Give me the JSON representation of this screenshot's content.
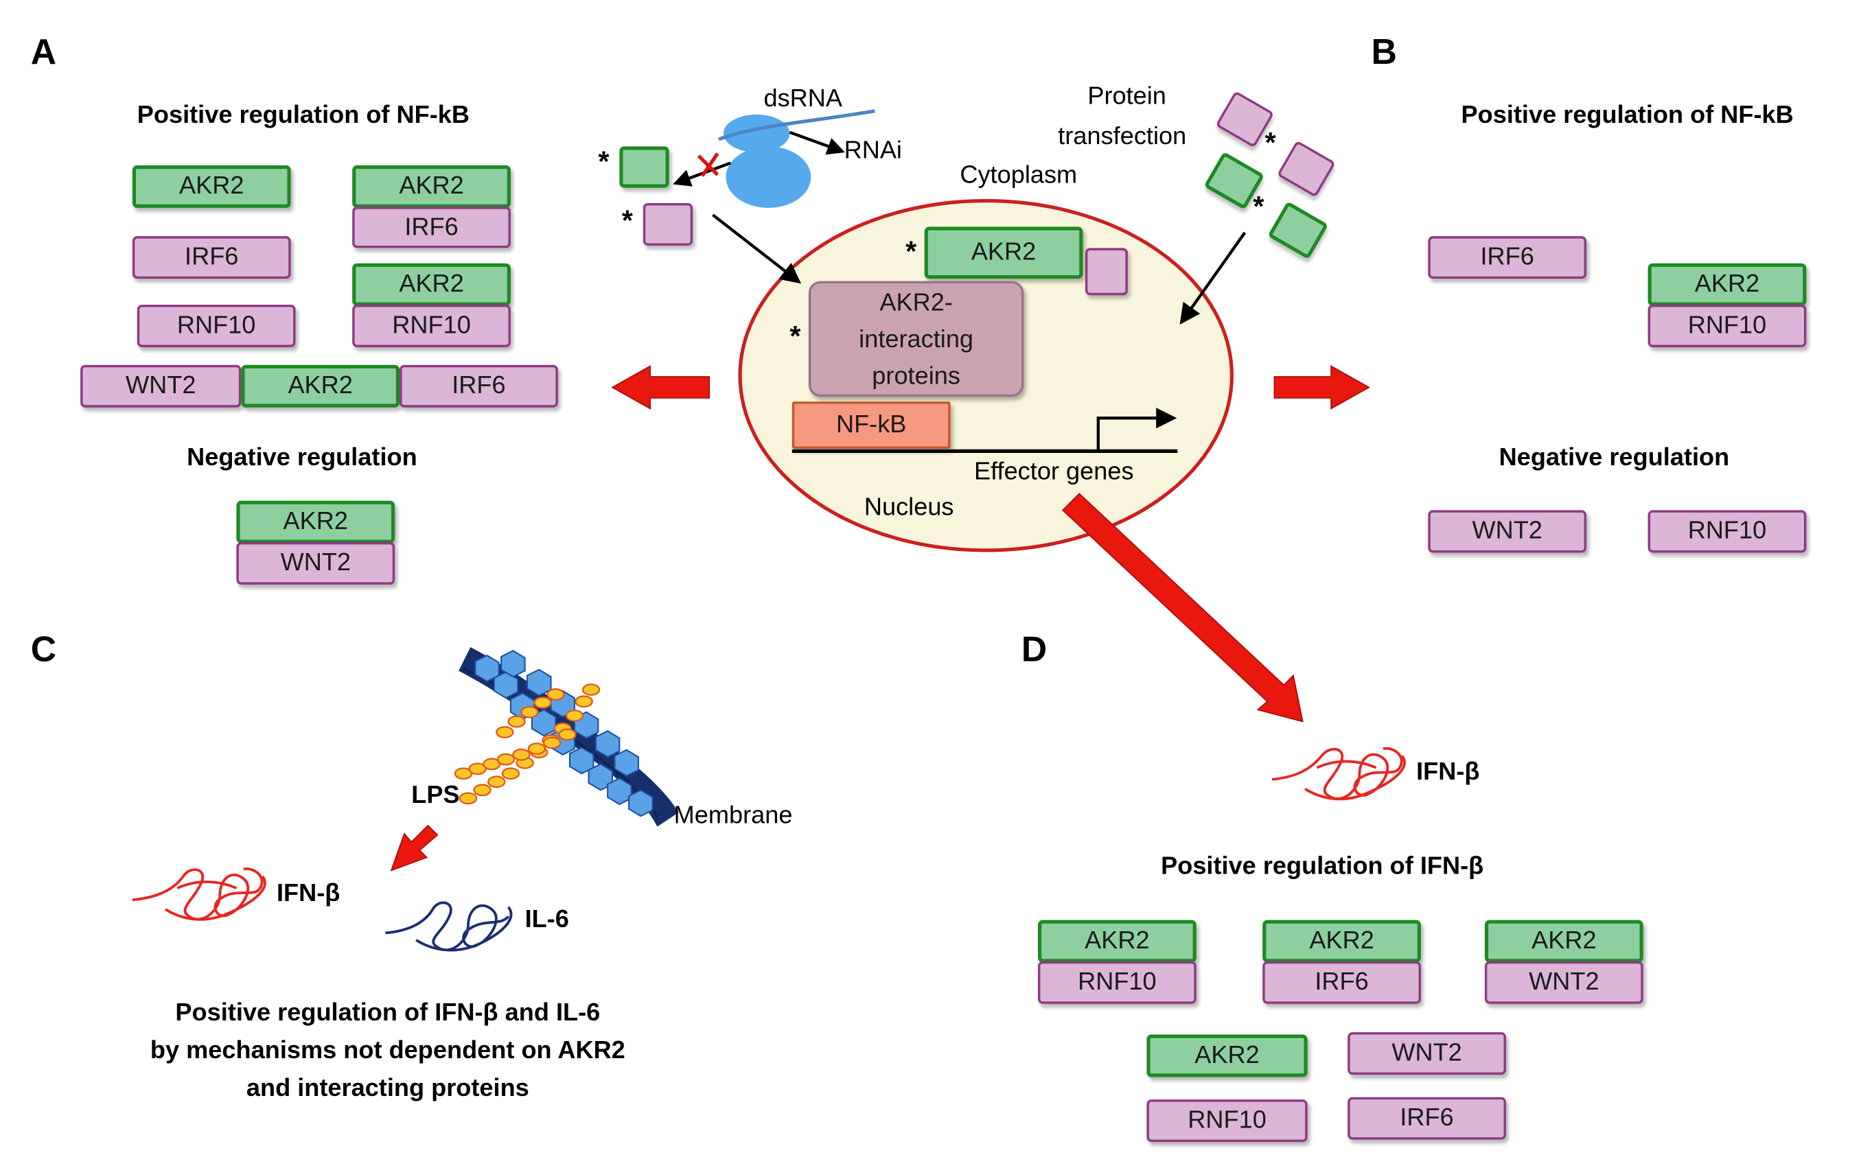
{
  "panels": {
    "a": "A",
    "b": "B",
    "c": "C",
    "d": "D"
  },
  "panel_a": {
    "heading_positive": "Positive regulation of NF-kB",
    "heading_negative": "Negative regulation",
    "boxes": [
      "AKR2",
      "IRF6",
      "RNF10",
      "AKR2",
      "IRF6",
      "AKR2",
      "RNF10",
      "WNT2",
      "AKR2",
      "IRF6",
      "AKR2",
      "WNT2"
    ]
  },
  "panel_b": {
    "heading_positive": "Positive regulation of NF-kB",
    "heading_negative": "Negative regulation",
    "boxes": [
      "IRF6",
      "AKR2",
      "RNF10",
      "WNT2",
      "RNF10"
    ]
  },
  "center": {
    "dsrna": "dsRNA",
    "rnai": "RNAi",
    "protein_transfection_line1": "Protein",
    "protein_transfection_line2": "transfection",
    "cytoplasm": "Cytoplasm",
    "akr2": "AKR2",
    "interacting_line1": "AKR2-",
    "interacting_line2": "interacting",
    "interacting_line3": "proteins",
    "nfkb": "NF-kB",
    "effector_genes": "Effector genes",
    "nucleus": "Nucleus",
    "asterisk": "*"
  },
  "panel_c": {
    "lps": "LPS",
    "membrane": "Membrane",
    "ifn": "IFN-β",
    "il6": "IL-6",
    "caption_line1": "Positive regulation of IFN-β and IL-6",
    "caption_line2": "by mechanisms not dependent on AKR2",
    "caption_line3": "and interacting proteins"
  },
  "panel_d": {
    "ifn": "IFN-β",
    "heading": "Positive regulation of IFN-β",
    "boxes": [
      "AKR2",
      "RNF10",
      "AKR2",
      "IRF6",
      "AKR2",
      "WNT2",
      "AKR2",
      "WNT2",
      "RNF10",
      "IRF6"
    ]
  },
  "colors": {
    "akr2_fill": "#8ecfa0",
    "akr2_border": "#1e8a22",
    "partner_fill": "#dbb6d6",
    "partner_border": "#8f3a86",
    "nucleus_fill": "#f8f5dc",
    "nucleus_border": "#cc1f1f",
    "nfkb_fill": "#f79880",
    "arrow_red": "#e8180f",
    "ifn_color": "#e8251f",
    "il6_color": "#1c2f6e",
    "membrane_blue": "#5aa2e8"
  }
}
